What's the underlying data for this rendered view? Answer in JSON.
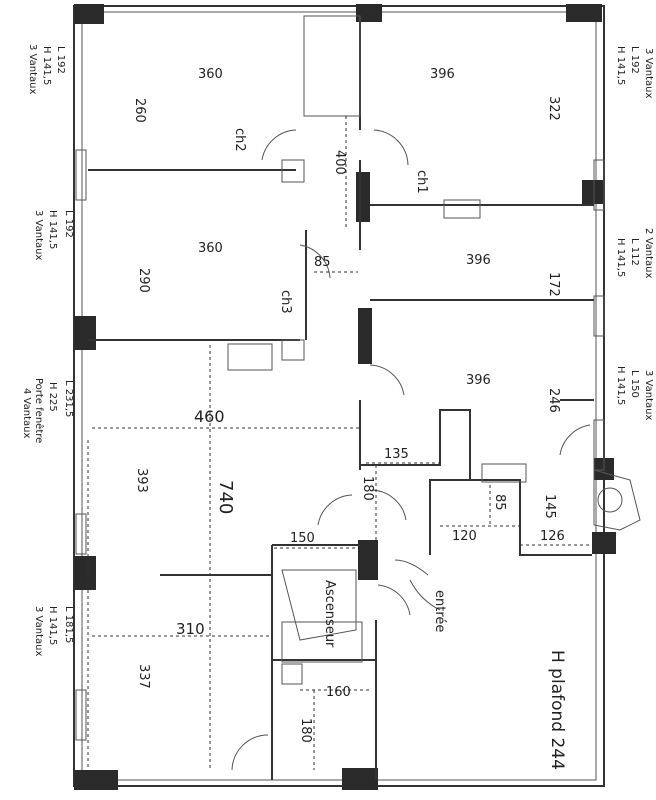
{
  "rooms": {
    "ch1": "ch1",
    "ch2": "ch2",
    "ch3": "ch3",
    "elevator": "Ascenseur",
    "entrance": "entrée"
  },
  "dimensions": [
    "360",
    "396",
    "260",
    "322",
    "400",
    "360",
    "396",
    "85",
    "290",
    "172",
    "396",
    "246",
    "460",
    "393",
    "740",
    "135",
    "180",
    "85",
    "145",
    "120",
    "126",
    "150",
    "310",
    "160",
    "180",
    "337"
  ],
  "ceiling_height": "H plafond 244",
  "left_notes": [
    {
      "l": "L 192",
      "h": "H 141,5",
      "v": "3 Vantaux"
    },
    {
      "l": "L 192",
      "h": "H 141,5",
      "v": "3 Vantaux"
    },
    {
      "l": "L 231,5",
      "h": "H 225",
      "v": "Porte fenêtre",
      "v2": "4 Vantaux"
    },
    {
      "l": "L 181,5",
      "h": "H 141,5",
      "v": "3 Vantaux"
    }
  ],
  "right_notes": [
    {
      "v": "3 Vantaux",
      "l": "L 192",
      "h": "H 141,5"
    },
    {
      "v": "2 Vantaux",
      "l": "L 112",
      "h": "H 141,5"
    },
    {
      "v": "3 Vantaux",
      "l": "L 150",
      "h": "H 141,5"
    }
  ]
}
